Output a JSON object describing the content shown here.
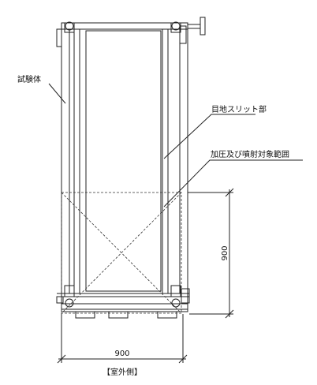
{
  "labels": {
    "specimen": "試験体",
    "joint_slit": "目地スリット部",
    "target_range": "加圧及び噴射対象範囲",
    "dimension_vertical": "900",
    "dimension_horizontal": "900",
    "outdoor_side": "【室外側】"
  }
}
